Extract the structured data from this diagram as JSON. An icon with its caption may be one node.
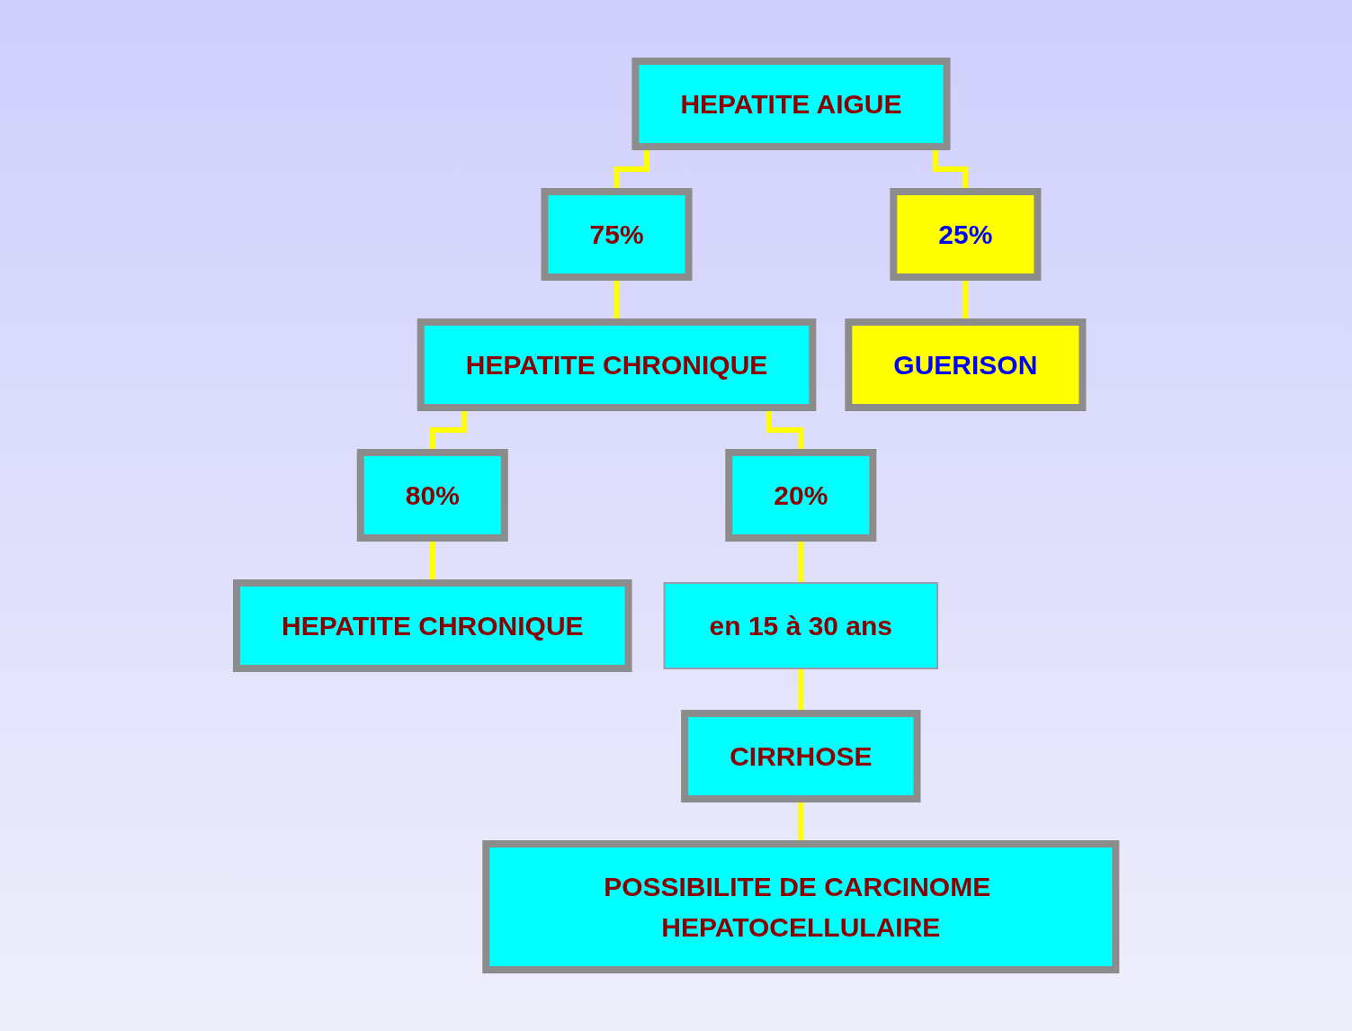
{
  "diagram": {
    "nodes": [
      {
        "text": [
          "HEPATITE AIGUE"
        ]
      },
      {
        "text": [
          "75%"
        ]
      },
      {
        "text": [
          "25%"
        ]
      },
      {
        "text": [
          "HEPATITE CHRONIQUE"
        ]
      },
      {
        "text": [
          "GUERISON"
        ]
      },
      {
        "text": [
          "80%"
        ]
      },
      {
        "text": [
          "20%"
        ]
      },
      {
        "text": [
          "HEPATITE CHRONIQUE"
        ]
      },
      {
        "text": [
          "en 15 à 30 ans"
        ]
      },
      {
        "text": [
          "CIRRHOSE"
        ]
      },
      {
        "text": [
          "POSSIBILITE DE CARCINOME HEPATOCELLULAIRE"
        ]
      }
    ],
    "edges": [
      {
        "from": 0,
        "to": 1,
        "arrow": "none"
      },
      {
        "from": 0,
        "to": 2,
        "arrow": "none"
      },
      {
        "from": 1,
        "to": 3,
        "arrow": "none"
      },
      {
        "from": 2,
        "to": 4,
        "arrow": "none"
      },
      {
        "from": 3,
        "to": 5,
        "arrow": "none"
      },
      {
        "from": 3,
        "to": 6,
        "arrow": "none"
      },
      {
        "from": 5,
        "to": 7,
        "arrow": "none"
      },
      {
        "from": 6,
        "to": 8,
        "arrow": "none"
      },
      {
        "from": 8,
        "to": 9,
        "arrow": "none"
      },
      {
        "from": 9,
        "to": 10,
        "arrow": "none"
      }
    ]
  }
}
